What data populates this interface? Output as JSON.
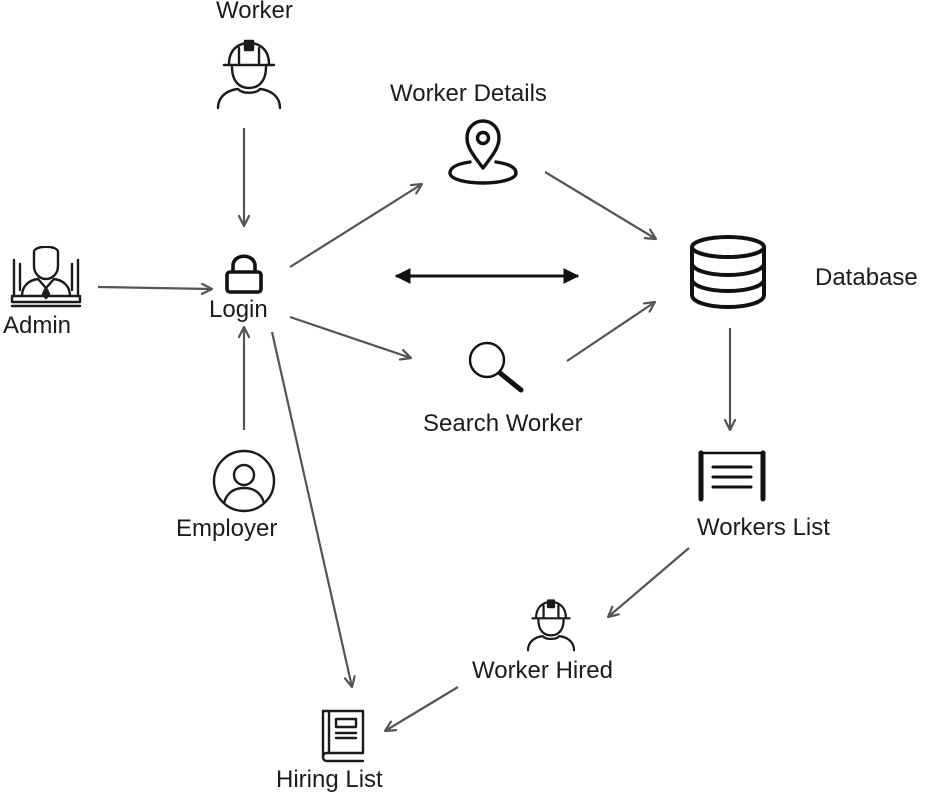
{
  "nodes": {
    "worker": {
      "label": "Worker",
      "icon": "worker-helmet-icon"
    },
    "admin": {
      "label": "Admin",
      "icon": "admin-desk-icon"
    },
    "login": {
      "label": "Login",
      "icon": "lock-icon"
    },
    "worker_details": {
      "label": "Worker Details",
      "icon": "location-pin-icon"
    },
    "database": {
      "label": "Database",
      "icon": "database-icon"
    },
    "search_worker": {
      "label": "Search Worker",
      "icon": "magnifier-icon"
    },
    "employer": {
      "label": "Employer",
      "icon": "user-circle-icon"
    },
    "workers_list": {
      "label": "Workers List",
      "icon": "list-document-icon"
    },
    "worker_hired": {
      "label": "Worker Hired",
      "icon": "worker-helmet-icon"
    },
    "hiring_list": {
      "label": "Hiring List",
      "icon": "book-icon"
    }
  },
  "edges": [
    {
      "from": "worker",
      "to": "login"
    },
    {
      "from": "admin",
      "to": "login"
    },
    {
      "from": "employer",
      "to": "login"
    },
    {
      "from": "login",
      "to": "worker_details"
    },
    {
      "from": "login",
      "to": "search_worker"
    },
    {
      "from": "worker_details",
      "to": "database"
    },
    {
      "from": "search_worker",
      "to": "database"
    },
    {
      "from": "login",
      "to": "database",
      "bidirectional": true
    },
    {
      "from": "database",
      "to": "workers_list"
    },
    {
      "from": "workers_list",
      "to": "worker_hired"
    },
    {
      "from": "worker_hired",
      "to": "hiring_list"
    },
    {
      "from": "login",
      "to": "hiring_list"
    }
  ],
  "colors": {
    "edge": "#555555",
    "bidirectional_edge": "#111111",
    "icon_stroke": "#1a1a1a"
  }
}
